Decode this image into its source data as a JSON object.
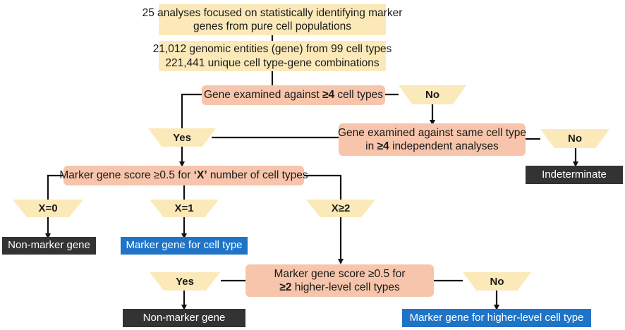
{
  "nodes": {
    "start": [
      "25 analyses focused on statistically identifying marker",
      "genes from pure cell populations"
    ],
    "entities": [
      "21,012 genomic entities (gene) from 99 cell types",
      "221,441 unique cell type-gene combinations"
    ],
    "q1": {
      "pre": "Gene examined against ",
      "bold": "≥4",
      "post": " cell types"
    },
    "q2_line1": "Gene examined against same cell type",
    "q2_line2": {
      "pre": "in ",
      "bold": "≥4",
      "post": " independent analyses"
    },
    "q3": {
      "pre": "Marker gene score ≥0.5 for ",
      "bold": "‘X’",
      "post": " number of cell types"
    },
    "q4_line1": "Marker gene score ≥0.5 for",
    "q4_line2": {
      "bold": "≥2",
      "post": " higher-level cell types"
    },
    "indeterminate": "Indeterminate",
    "nonmarker1": "Non-marker gene",
    "marker_cell": "Marker gene for cell type",
    "nonmarker2": "Non-marker gene",
    "marker_higher": "Marker gene for higher-level cell type"
  },
  "labels": {
    "no1": "No",
    "yes1": "Yes",
    "no2": "No",
    "x0": "X=0",
    "x1": "X=1",
    "x2": "X≥2",
    "yes2": "Yes",
    "no3": "No"
  },
  "colors": {
    "cream": "#fbe9b9",
    "salmon": "#f7c5ab",
    "dark": "#333333",
    "blue": "#1f74c8",
    "line": "#111111"
  }
}
